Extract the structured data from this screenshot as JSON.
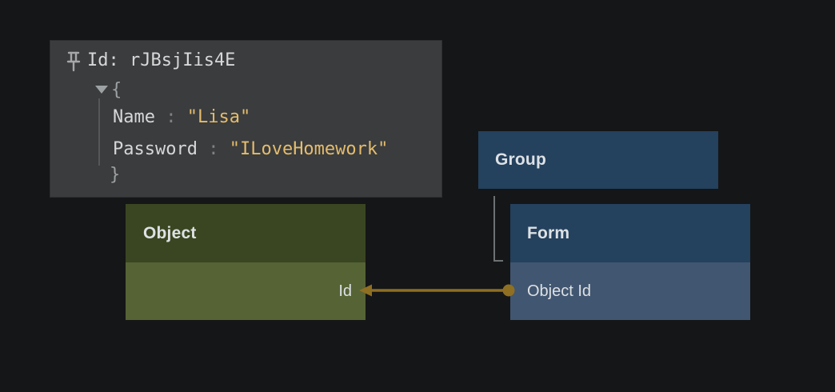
{
  "tooltip": {
    "pin_icon": "pin-icon",
    "expander_icon": "triangle-down-icon",
    "title": "Id: rJBsjIis4E",
    "tree": {
      "open_brace": "{",
      "close_brace": "}",
      "entries": [
        {
          "key": "Name",
          "sep": " : ",
          "value": "\"Lisa\""
        },
        {
          "key": "Password",
          "sep": " : ",
          "value": "\"ILoveHomework\""
        }
      ]
    }
  },
  "nodes": {
    "group": {
      "title": "Group"
    },
    "form": {
      "title": "Form",
      "fields": [
        {
          "label": "Object Id"
        }
      ]
    },
    "object": {
      "title": "Object",
      "fields": [
        {
          "label": "Id"
        }
      ]
    }
  },
  "edges": {
    "link": {
      "from": "Form.Object Id",
      "to": "Object.Id",
      "style": "arrow"
    },
    "hierarchy": {
      "from": "Group",
      "to": "Form",
      "style": "elbow"
    }
  },
  "colors": {
    "canvas-bg": "#151617",
    "tooltip-bg": "#3a3c3d",
    "blue-header": "#24415e",
    "blue-row": "#415670",
    "olive-header": "#3a4621",
    "olive-row": "#566335",
    "node-text": "#dde1e4",
    "mono-text": "#d5d7d8",
    "string-value": "#e5bc6d",
    "link-gold": "#8f6f22",
    "connector-gray": "#6d7173"
  }
}
